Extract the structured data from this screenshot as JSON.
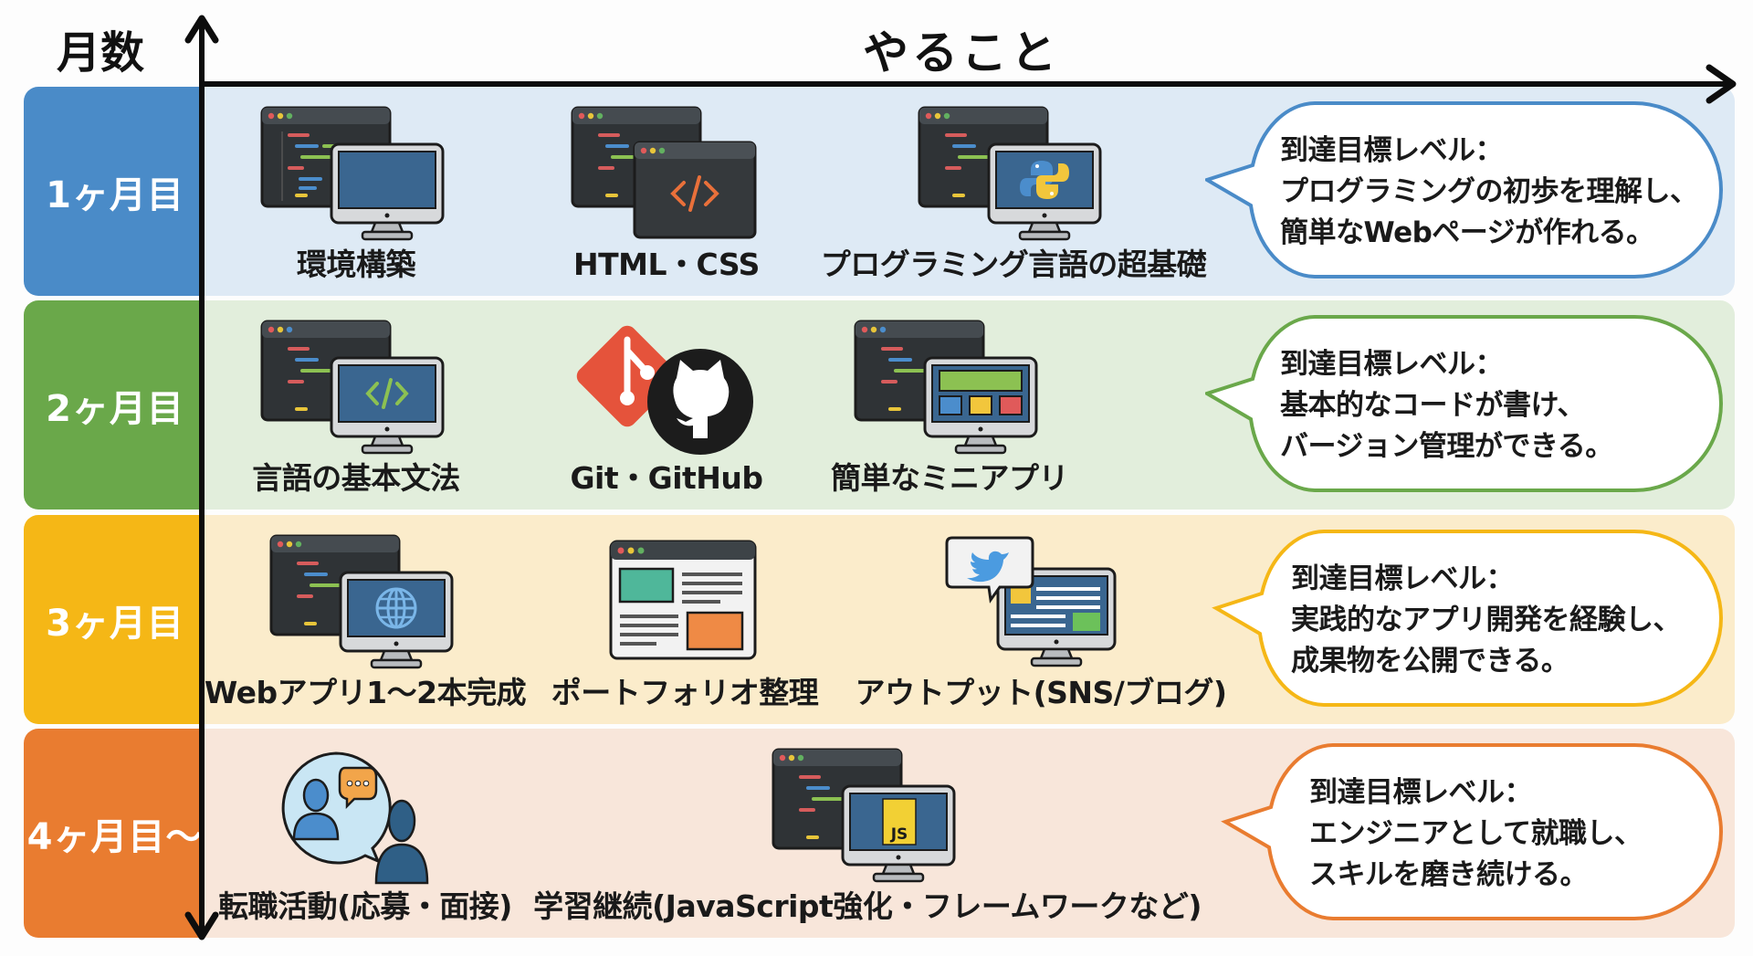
{
  "header": {
    "y_axis_title": "月数",
    "x_axis_title": "やること"
  },
  "rows": [
    {
      "month": "1ヶ月目",
      "color": "#4a8bc8",
      "panel_color": "#deeaf5",
      "items": [
        {
          "label": "環境構築",
          "icon": "code-editor-monitor-icon"
        },
        {
          "label": "HTML・CSS",
          "icon": "html-code-window-icon"
        },
        {
          "label": "プログラミング言語の超基礎",
          "icon": "python-monitor-icon"
        }
      ],
      "goal": {
        "heading": "到達目標レベル：",
        "line1": "プログラミングの初歩を理解し、",
        "line2": "簡単なWebページが作れる。"
      }
    },
    {
      "month": "2ヶ月目",
      "color": "#6aa84a",
      "panel_color": "#e2eedc",
      "items": [
        {
          "label": "言語の基本文法",
          "icon": "code-monitor-icon"
        },
        {
          "label": "Git・GitHub",
          "icon": "git-github-icon"
        },
        {
          "label": "簡単なミニアプリ",
          "icon": "mini-app-monitor-icon"
        }
      ],
      "goal": {
        "heading": "到達目標レベル：",
        "line1": "基本的なコードが書け、",
        "line2": "バージョン管理ができる。"
      }
    },
    {
      "month": "3ヶ月目",
      "color": "#f5b716",
      "panel_color": "#fbeccb",
      "items": [
        {
          "label": "Webアプリ1〜2本完成",
          "icon": "globe-monitor-icon"
        },
        {
          "label": "ポートフォリオ整理",
          "icon": "portfolio-window-icon"
        },
        {
          "label": "アウトプット(SNS/ブログ)",
          "icon": "twitter-monitor-icon"
        }
      ],
      "goal": {
        "heading": "到達目標レベル：",
        "line1": "実践的なアプリ開発を経験し、",
        "line2": "成果物を公開できる。"
      }
    },
    {
      "month": "4ヶ月目〜",
      "color": "#e97c30",
      "panel_color": "#f8e6da",
      "items": [
        {
          "label": "転職活動(応募・面接)",
          "icon": "interview-people-icon"
        },
        {
          "label": "学習継続(JavaScript強化・フレームワークなど)",
          "icon": "javascript-monitor-icon"
        }
      ],
      "goal": {
        "heading": "到達目標レベル：",
        "line1": "エンジニアとして就職し、",
        "line2": "スキルを磨き続ける。"
      }
    }
  ]
}
